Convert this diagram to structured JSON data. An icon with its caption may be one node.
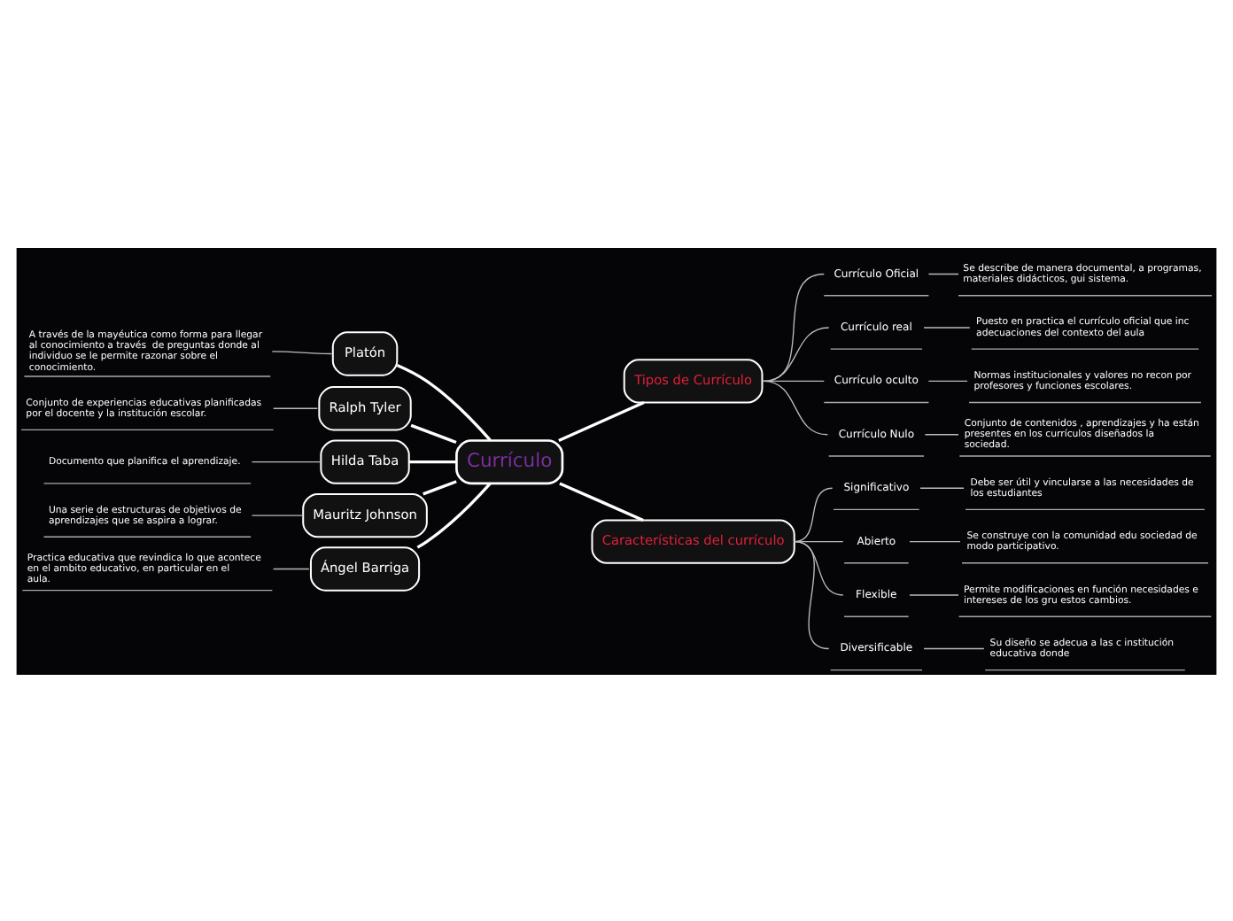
{
  "diagram": {
    "nodes": [
      {
        "text": [
          "Currículo"
        ]
      },
      {
        "text": [
          "Platón"
        ]
      },
      {
        "text": [
          "A través de la mayéutica como forma para llegar al conocimiento a través  de preguntas donde al individuo se le permite razonar sobre el conocimiento."
        ]
      },
      {
        "text": [
          "Ralph Tyler"
        ]
      },
      {
        "text": [
          "Conjunto de experiencias educativas planificadas por el docente y la institución escolar."
        ]
      },
      {
        "text": [
          "Hilda Taba"
        ]
      },
      {
        "text": [
          "Documento que planifica el aprendizaje."
        ]
      },
      {
        "text": [
          "Mauritz Johnson"
        ]
      },
      {
        "text": [
          "Una serie de estructuras de objetivos de aprendizajes que se aspira a lograr."
        ]
      },
      {
        "text": [
          "Ángel Barriga"
        ]
      },
      {
        "text": [
          "Practica educativa que revindica lo que acontece en el ambito educativo, en particular en el aula."
        ]
      },
      {
        "text": [
          "Tipos de Currículo"
        ]
      },
      {
        "text": [
          "Currículo Oficial"
        ]
      },
      {
        "text": [
          "Se describe de manera documental, a programas, materiales didácticos, gui sistema."
        ]
      },
      {
        "text": [
          "Currículo real"
        ]
      },
      {
        "text": [
          "Puesto en practica el currículo oficial que inc adecuaciones del contexto del aula"
        ]
      },
      {
        "text": [
          "Currículo oculto"
        ]
      },
      {
        "text": [
          "Normas institucionales y valores no recon por profesores y funciones escolares."
        ]
      },
      {
        "text": [
          "Currículo Nulo"
        ]
      },
      {
        "text": [
          "Conjunto de contenidos , aprendizajes y ha están presentes en los currículos diseñados la sociedad."
        ]
      },
      {
        "text": [
          "Características del currículo"
        ]
      },
      {
        "text": [
          "Significativo"
        ]
      },
      {
        "text": [
          "Debe ser útil y vincularse a las necesidades de los estudiantes"
        ]
      },
      {
        "text": [
          "Abierto"
        ]
      },
      {
        "text": [
          "Se construye con la comunidad edu sociedad de modo participativo."
        ]
      },
      {
        "text": [
          "Flexible"
        ]
      },
      {
        "text": [
          "Permite modificaciones en función necesidades e intereses de los gru estos cambios."
        ]
      },
      {
        "text": [
          "Diversificable"
        ]
      },
      {
        "text": [
          "Su diseño se adecua a las c institución educativa donde"
        ]
      }
    ],
    "edges": [
      {
        "from": 0,
        "to": 1,
        "arrow": "none"
      },
      {
        "from": 1,
        "to": 2,
        "arrow": "none"
      },
      {
        "from": 0,
        "to": 3,
        "arrow": "none"
      },
      {
        "from": 3,
        "to": 4,
        "arrow": "none"
      },
      {
        "from": 0,
        "to": 5,
        "arrow": "none"
      },
      {
        "from": 5,
        "to": 6,
        "arrow": "none"
      },
      {
        "from": 0,
        "to": 7,
        "arrow": "none"
      },
      {
        "from": 7,
        "to": 8,
        "arrow": "none"
      },
      {
        "from": 0,
        "to": 9,
        "arrow": "none"
      },
      {
        "from": 9,
        "to": 10,
        "arrow": "none"
      },
      {
        "from": 0,
        "to": 11,
        "arrow": "none"
      },
      {
        "from": 11,
        "to": 12,
        "arrow": "none"
      },
      {
        "from": 12,
        "to": 13,
        "arrow": "none"
      },
      {
        "from": 11,
        "to": 14,
        "arrow": "none"
      },
      {
        "from": 14,
        "to": 15,
        "arrow": "none"
      },
      {
        "from": 11,
        "to": 16,
        "arrow": "none"
      },
      {
        "from": 16,
        "to": 17,
        "arrow": "none"
      },
      {
        "from": 11,
        "to": 18,
        "arrow": "none"
      },
      {
        "from": 18,
        "to": 19,
        "arrow": "none"
      },
      {
        "from": 0,
        "to": 20,
        "arrow": "none"
      },
      {
        "from": 20,
        "to": 21,
        "arrow": "none"
      },
      {
        "from": 21,
        "to": 22,
        "arrow": "none"
      },
      {
        "from": 20,
        "to": 23,
        "arrow": "none"
      },
      {
        "from": 23,
        "to": 24,
        "arrow": "none"
      },
      {
        "from": 20,
        "to": 25,
        "arrow": "none"
      },
      {
        "from": 25,
        "to": 26,
        "arrow": "none"
      },
      {
        "from": 20,
        "to": 27,
        "arrow": "none"
      },
      {
        "from": 27,
        "to": 28,
        "arrow": "none"
      }
    ]
  }
}
